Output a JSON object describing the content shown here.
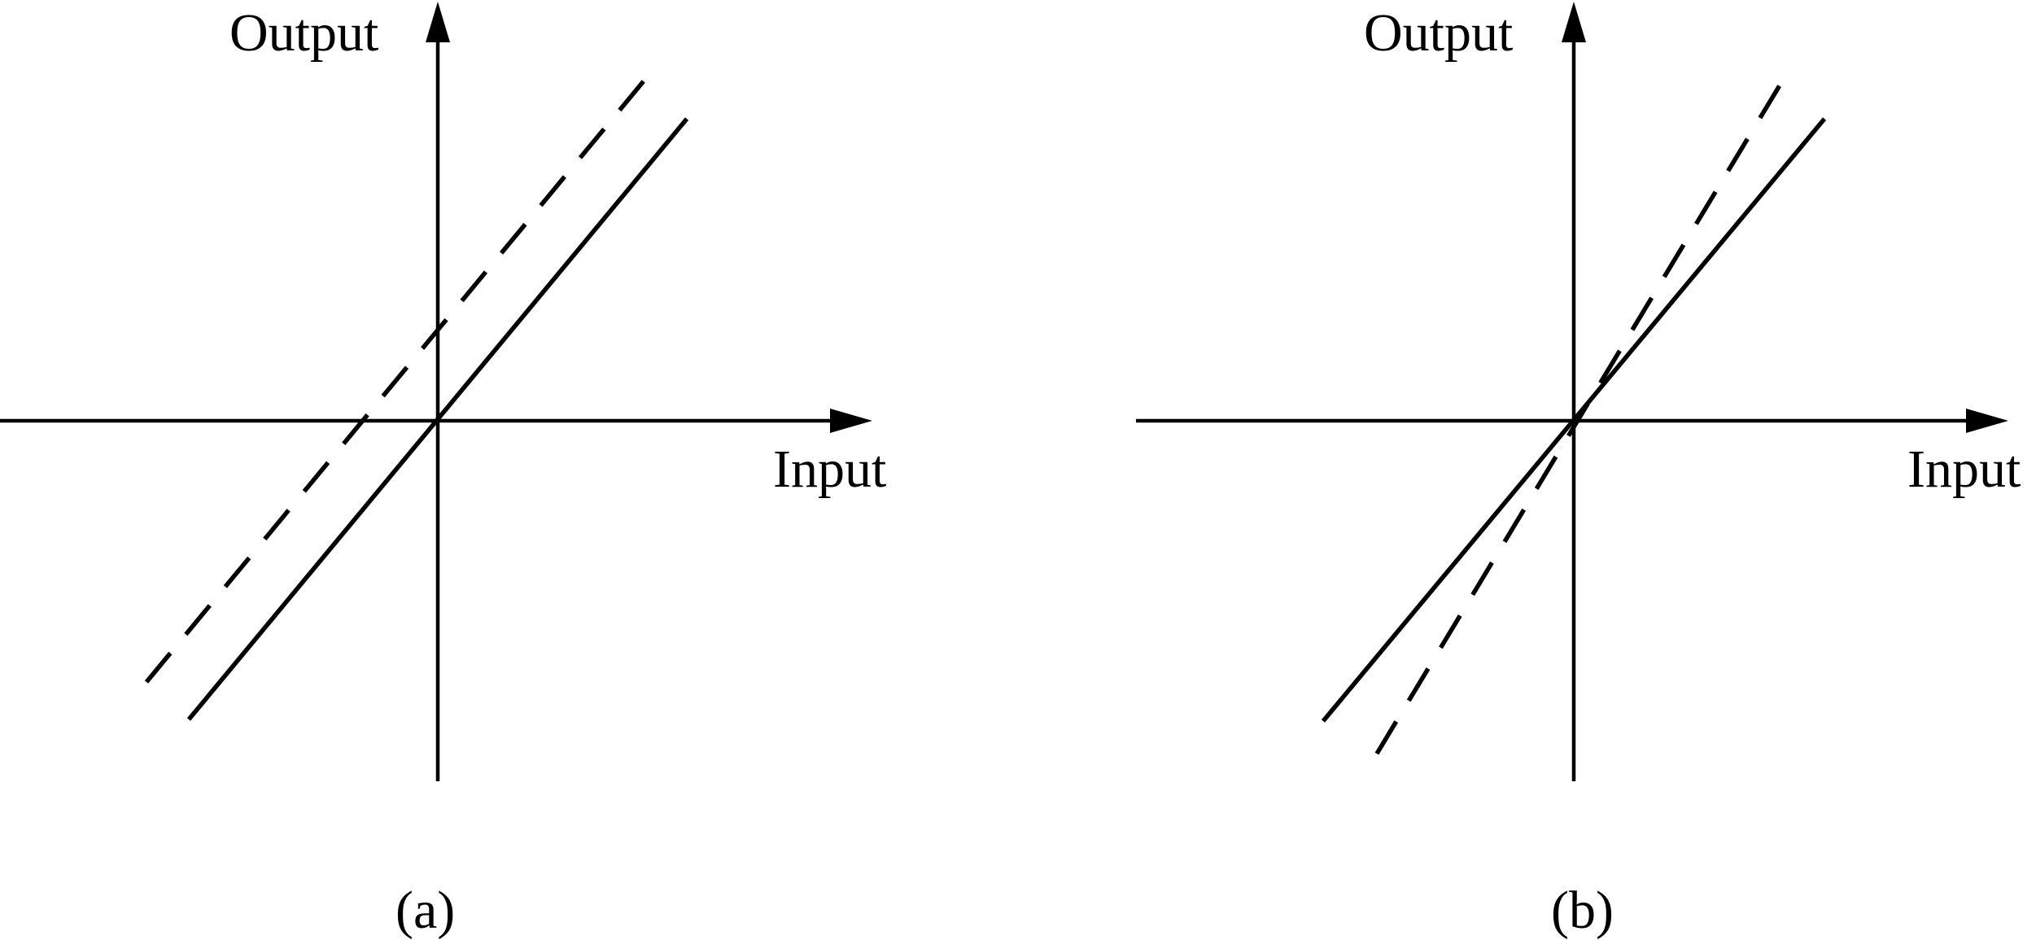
{
  "panels": [
    {
      "id": "a",
      "caption": "(a)",
      "x_axis_label": "Input",
      "y_axis_label": "Output",
      "lines": [
        {
          "style": "solid",
          "description_key": "reference"
        },
        {
          "style": "dashed",
          "description_key": "offset"
        }
      ]
    },
    {
      "id": "b",
      "caption": "(b)",
      "x_axis_label": "Input",
      "y_axis_label": "Output",
      "lines": [
        {
          "style": "solid",
          "description_key": "reference"
        },
        {
          "style": "dashed",
          "description_key": "steeper"
        }
      ]
    }
  ],
  "colors": {
    "ink": "#000000",
    "background": "#ffffff"
  }
}
